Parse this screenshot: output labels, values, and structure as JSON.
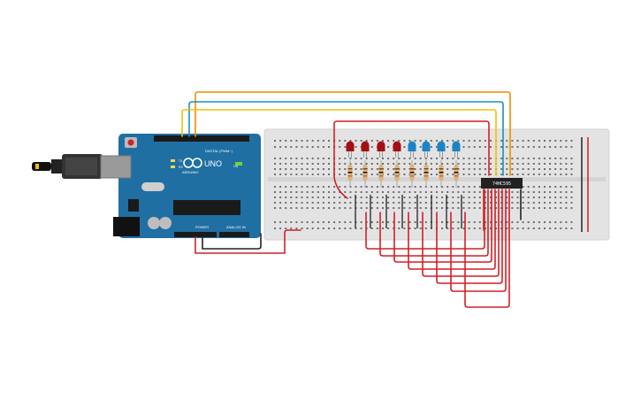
{
  "board": {
    "brand": "ARDUINO",
    "model": "UNO",
    "digital_label": "DIGITAL (PWM~)",
    "power_label": "POWER",
    "analog_label": "ANALOG IN",
    "tx_label": "TX",
    "rx_label": "RX",
    "on_label": "ON"
  },
  "chip": {
    "label": "74HC595"
  },
  "leds": [
    {
      "color": "red"
    },
    {
      "color": "red"
    },
    {
      "color": "red"
    },
    {
      "color": "red"
    },
    {
      "color": "blue"
    },
    {
      "color": "blue"
    },
    {
      "color": "blue"
    },
    {
      "color": "blue"
    }
  ],
  "colors": {
    "board_blue": "#1f6fa3",
    "breadboard": "#e3e3e3",
    "rail_red": "#d11f1f",
    "wire_red": "#d21f26",
    "wire_orange": "#f08c00",
    "wire_blue": "#1a8fc0",
    "wire_yellow": "#f2c200",
    "wire_black": "#222222",
    "led_red": "#a50f14",
    "led_blue": "#1a84c8"
  }
}
